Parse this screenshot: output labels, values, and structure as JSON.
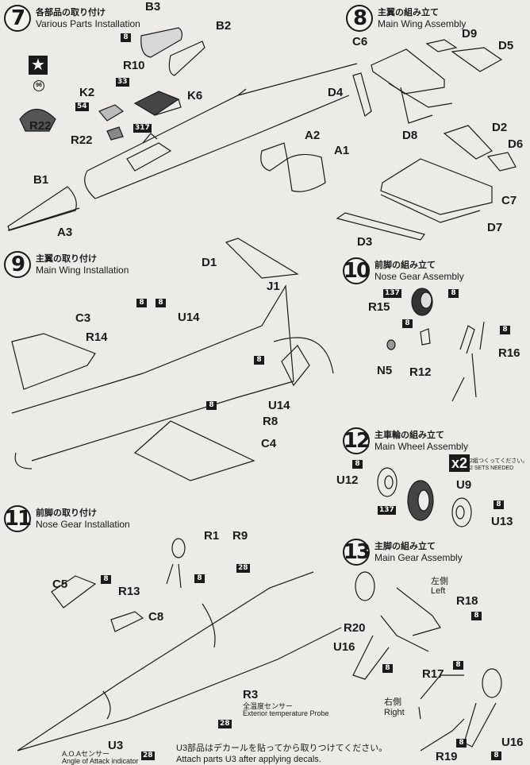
{
  "steps": [
    {
      "num": "7",
      "jp": "各部品の取り付け",
      "en": "Various Parts Installation"
    },
    {
      "num": "8",
      "jp": "主翼の組み立て",
      "en": "Main Wing Assembly"
    },
    {
      "num": "9",
      "jp": "主翼の取り付け",
      "en": "Main Wing Installation"
    },
    {
      "num": "10",
      "jp": "前脚の組み立て",
      "en": "Nose Gear Assembly"
    },
    {
      "num": "11",
      "jp": "前脚の取り付け",
      "en": "Nose Gear Installation"
    },
    {
      "num": "12",
      "jp": "主車輪の組み立て",
      "en": "Main Wheel Assembly"
    },
    {
      "num": "13",
      "jp": "主脚の組み立て",
      "en": "Main Gear Assembly"
    }
  ],
  "step7": {
    "parts": {
      "B3": "B3",
      "B2": "B2",
      "R10": "R10",
      "K2": "K2",
      "K6": "K6",
      "R22a": "R22",
      "R22b": "R22",
      "B1": "B1",
      "A3": "A3",
      "A2": "A2",
      "A1": "A1"
    },
    "paints": {
      "p8": "8",
      "p33": "33",
      "p54": "54",
      "p317": "317"
    },
    "decal_number": "96",
    "star_symbol": "★"
  },
  "step8": {
    "parts": {
      "C6": "C6",
      "D9": "D9",
      "D5": "D5",
      "D4": "D4",
      "D8": "D8",
      "D2": "D2",
      "D6": "D6",
      "C7": "C7",
      "D7": "D7",
      "D3": "D3"
    }
  },
  "step9": {
    "parts": {
      "D1": "D1",
      "J1": "J1",
      "C3": "C3",
      "U14a": "U14",
      "R14": "R14",
      "U14b": "U14",
      "R8": "R8",
      "C4": "C4"
    },
    "paints": {
      "p8a": "8",
      "p8b": "8",
      "p8c": "8",
      "p8d": "8"
    }
  },
  "step10": {
    "parts": {
      "R15": "R15",
      "N5": "N5",
      "R12": "R12",
      "R16": "R16"
    },
    "paints": {
      "p137": "137",
      "p8a": "8",
      "p8b": "8",
      "p8c": "8"
    }
  },
  "step11": {
    "parts": {
      "C5": "C5",
      "R13": "R13",
      "C8": "C8",
      "R1": "R1",
      "R9": "R9",
      "R3": "R3",
      "U3": "U3"
    },
    "paints": {
      "p8a": "8",
      "p8b": "8",
      "p28a": "28",
      "p28b": "28",
      "p28c": "28"
    },
    "r3_note_jp": "全温度センサー",
    "r3_note_en": "Exterior temperature Probe",
    "u3_note_jp": "A.O.Aセンサー",
    "u3_note_en": "Angle of Attack indicator",
    "footer_jp": "U3部品はデカールを貼ってから取りつけてください。",
    "footer_en": "Attach parts U3 after applying decals."
  },
  "step12": {
    "parts": {
      "U12": "U12",
      "U9": "U9",
      "U13": "U13"
    },
    "paints": {
      "p8a": "8",
      "p137": "137",
      "p8b": "8"
    },
    "multiplier": "x2",
    "sets_jp": "2組つくってください。",
    "sets_en": "2 SETS NEEDED"
  },
  "step13": {
    "parts": {
      "R18": "R18",
      "R20": "R20",
      "U16a": "U16",
      "R17": "R17",
      "R19": "R19",
      "U16b": "U16"
    },
    "paints": {
      "p8a": "8",
      "p8b": "8",
      "p8c": "8",
      "p8d": "8",
      "p8e": "8"
    },
    "left_jp": "左側",
    "left_en": "Left",
    "right_jp": "右側",
    "right_en": "Right"
  }
}
